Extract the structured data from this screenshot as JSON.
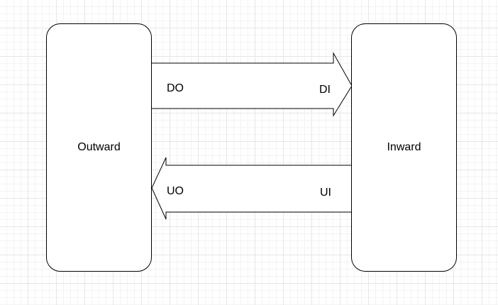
{
  "nodes": {
    "outward": {
      "label": "Outward"
    },
    "inward": {
      "label": "Inward"
    }
  },
  "arrows": {
    "downlink": {
      "source_label": "DO",
      "target_label": "DI",
      "direction": "outward-to-inward"
    },
    "uplink": {
      "source_label": "UI",
      "target_label": "UO",
      "direction": "inward-to-outward"
    }
  },
  "colors": {
    "stroke": "#000000",
    "fill": "#ffffff",
    "grid": "#e6e6e6"
  }
}
